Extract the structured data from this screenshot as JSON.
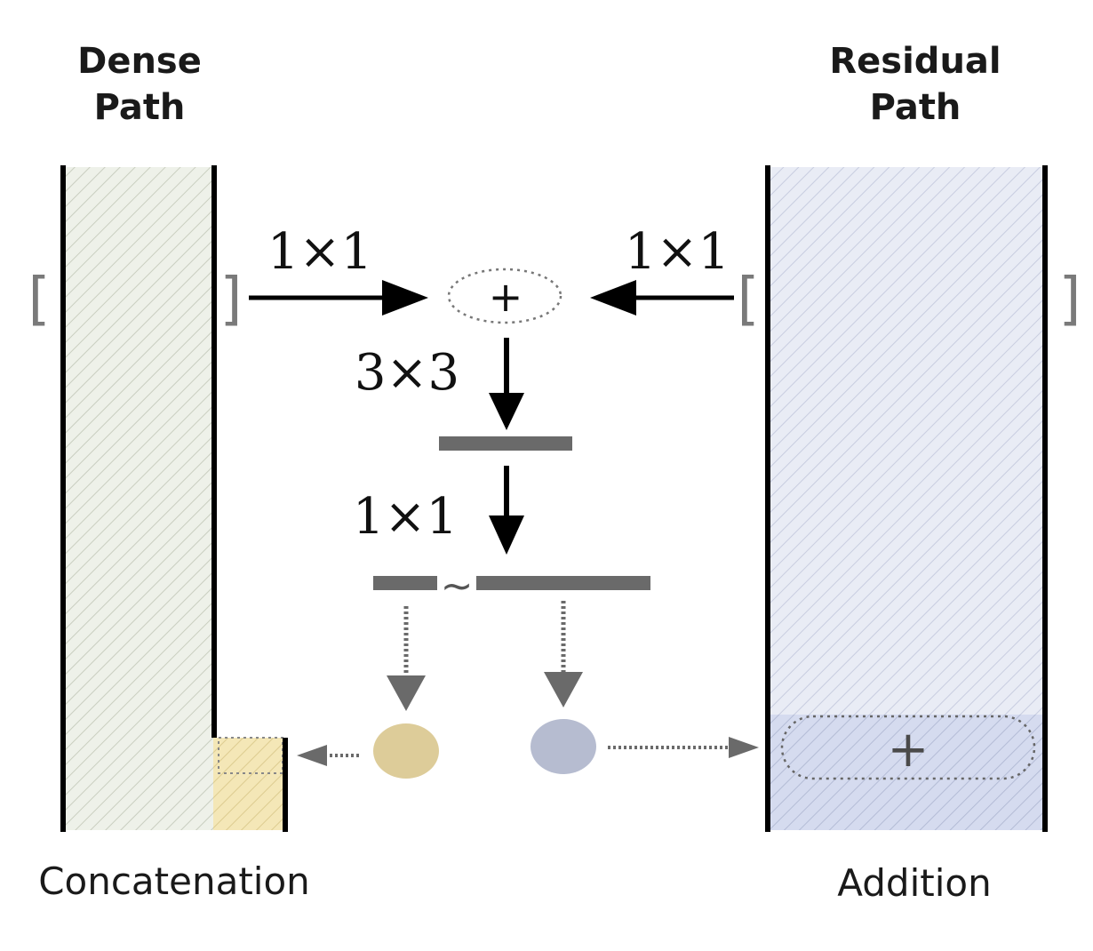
{
  "headers": {
    "dense_line1": "Dense",
    "dense_line2": "Path",
    "residual_line1": "Residual",
    "residual_line2": "Path"
  },
  "operations": {
    "dense_in": "1×1",
    "residual_in": "1×1",
    "middle": "3×3",
    "out": "1×1"
  },
  "symbols": {
    "sum": "+",
    "addition_sum": "+",
    "split": "~",
    "bracket_open": "[",
    "bracket_close": "]"
  },
  "captions": {
    "left": "Concatenation",
    "right": "Addition"
  },
  "colors": {
    "dense_column": "#eef1e9",
    "residual_column": "#e9ecf5",
    "concat_block": "#f4e7b7",
    "addition_block": "#d5dbef",
    "dense_dot": "#ddcc99",
    "residual_dot": "#b6bcd0",
    "layer_bar": "#6a6a6a"
  }
}
